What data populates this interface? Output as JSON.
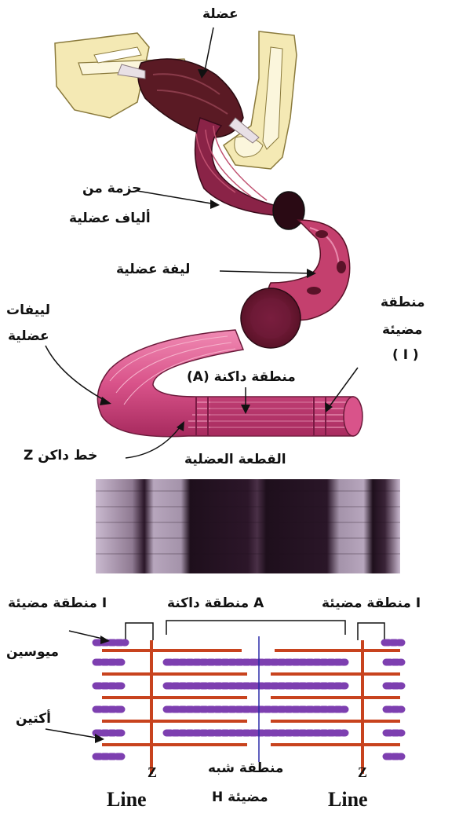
{
  "labels": {
    "muscle": "عضلة",
    "bundle_line1": "حزمة من",
    "bundle_line2": "ألياف عضلية",
    "muscle_fiber": "ليفة عضلية",
    "myofibrils_line1": "لييفات",
    "myofibrils_line2": "عضلية",
    "light_zone_line1": "منطقة",
    "light_zone_line2": "مضيئة",
    "light_zone_line3": "( I )",
    "dark_zone": "منطقة داكنة (A)",
    "z_dark_line": "خط داكن Z",
    "sarcomere": "القطعة العضلية",
    "light_zone_I_left": "I منطقة مضيئة",
    "dark_zone_A": "A منطقة داكنة",
    "light_zone_I_right": "I منطقة مضيئة",
    "myosin": "ميوسين",
    "actin": "أكتين",
    "z_left": "Z",
    "z_right": "Z",
    "line_left": "Line",
    "line_right": "Line",
    "h_zone_line1": "منطقة شبه",
    "h_zone_line2": "مضيئة H"
  },
  "colors": {
    "muscle_red": "#a8234a",
    "fiber_pink": "#d9538a",
    "bone_yellow": "#f1e3a0",
    "actin_orange": "#c8431e",
    "myosin_purple": "#7d3fb0",
    "micrograph_dark": "#1e0f1c"
  }
}
